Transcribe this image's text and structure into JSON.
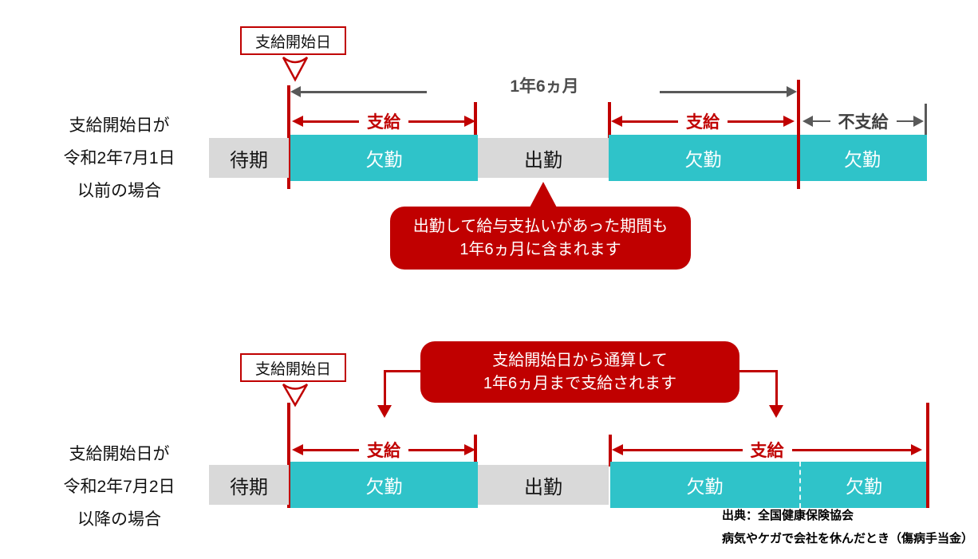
{
  "colors": {
    "accent_red": "#c00000",
    "bar_cyan": "#2fc3c9",
    "bar_gray": "#d9d9d9",
    "arrow_gray": "#595959"
  },
  "d1": {
    "left_label": [
      "支給開始日が",
      "令和2年7月1日",
      "以前の場合"
    ],
    "callout": "支給開始日",
    "duration": "1年6ヵ月",
    "pay1": "支給",
    "pay2": "支給",
    "nopay": "不支給",
    "bar": {
      "waiting": "待期",
      "absence1": "欠勤",
      "work": "出勤",
      "absence2": "欠勤",
      "absence3": "欠勤"
    },
    "bubble": [
      "出勤して給与支払いがあった期間も",
      "1年6ヵ月に含まれます"
    ]
  },
  "d2": {
    "left_label": [
      "支給開始日が",
      "令和2年7月2日",
      "以降の場合"
    ],
    "callout": "支給開始日",
    "bubble": [
      "支給開始日から通算して",
      "1年6ヵ月まで支給されます"
    ],
    "pay1": "支給",
    "pay2": "支給",
    "bar": {
      "waiting": "待期",
      "absence1": "欠勤",
      "work": "出勤",
      "absence2": "欠勤",
      "absence3": "欠勤"
    }
  },
  "source": {
    "line1": "出典：全国健康保険協会",
    "line2": "病気やケガで会社を休んだとき（傷病手当金）"
  }
}
